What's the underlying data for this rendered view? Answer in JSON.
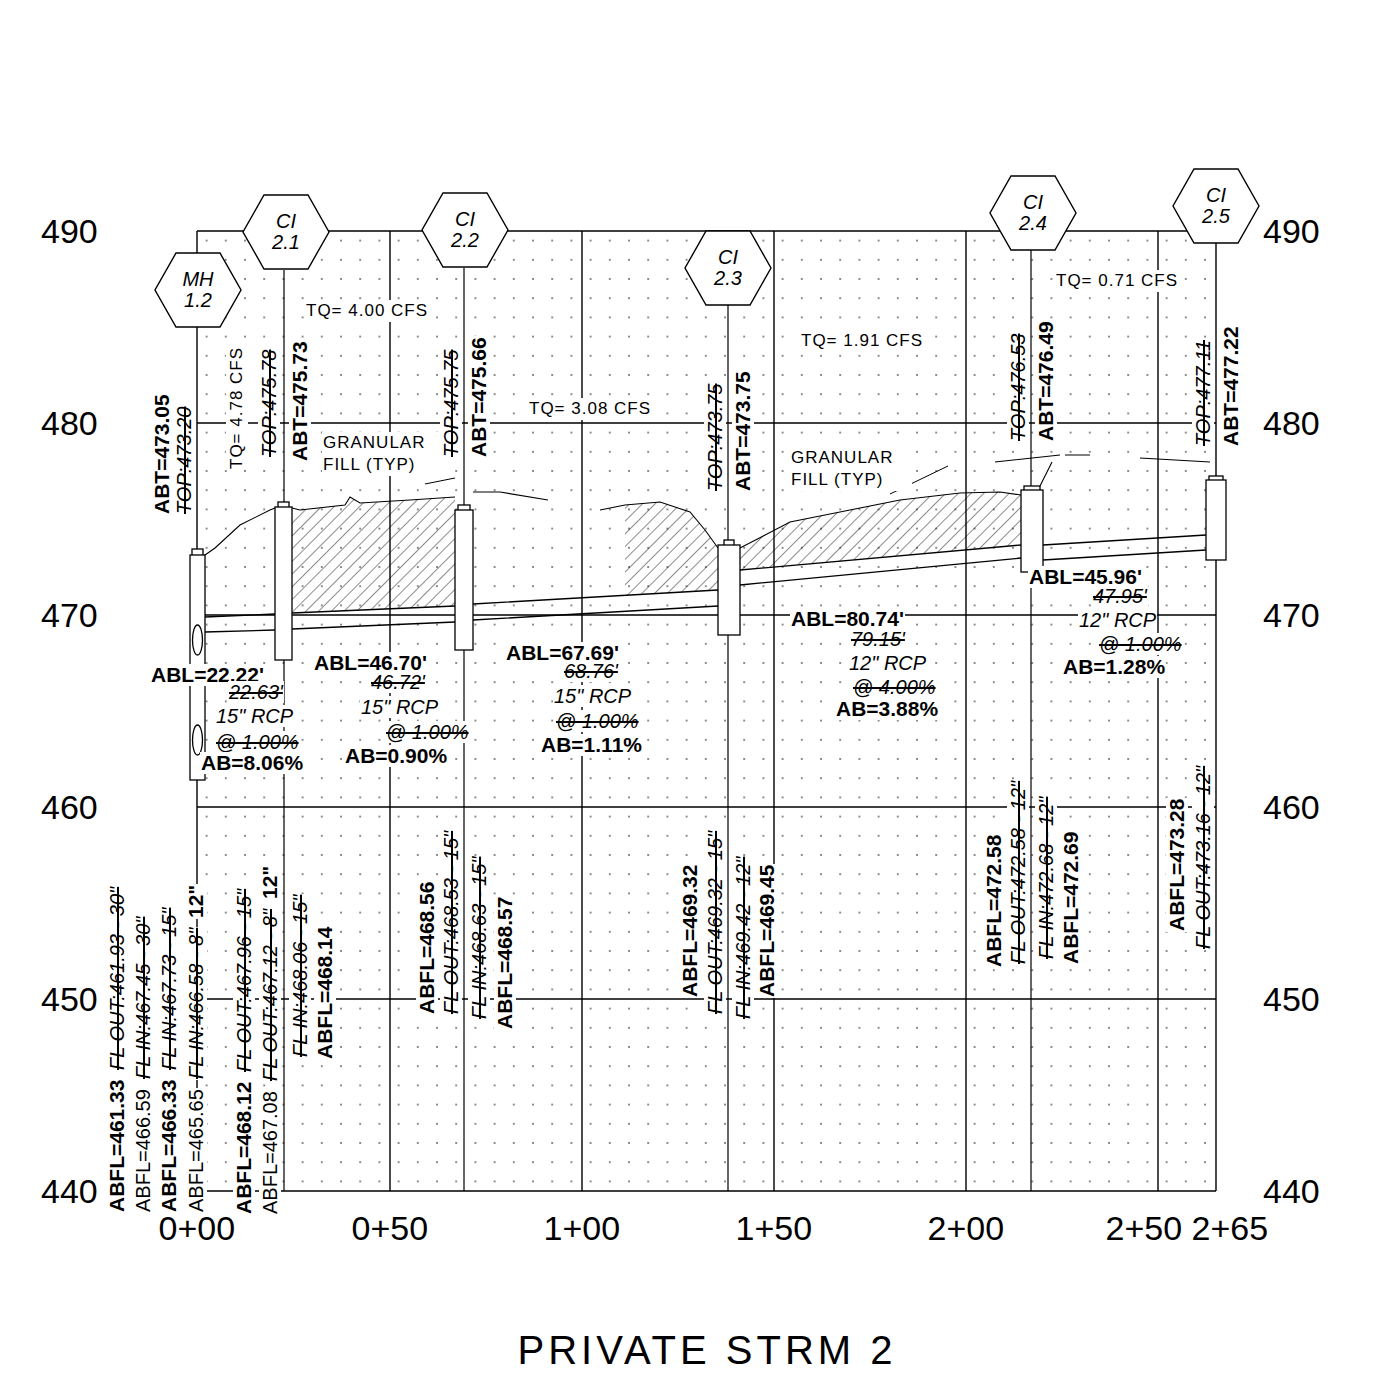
{
  "diagram": {
    "title": "PRIVATE STRM 2",
    "nodes": [
      {
        "text": [
          "MH 1.2"
        ]
      },
      {
        "text": [
          "CI 2.1"
        ]
      },
      {
        "text": [
          "CI 2.2"
        ]
      },
      {
        "text": [
          "CI 2.3"
        ]
      },
      {
        "text": [
          "CI 2.4"
        ]
      },
      {
        "text": [
          "CI 2.5"
        ]
      }
    ],
    "labels": [
      "490",
      "480",
      "470",
      "460",
      "450",
      "440",
      "490",
      "480",
      "470",
      "460",
      "450",
      "440",
      "0+00",
      "0+50",
      "1+00",
      "1+50",
      "2+00",
      "2+50",
      "2+65",
      "ABT=473.05",
      "TOP:473.20",
      "TQ= 4.78 CFS",
      "TOP:475.78",
      "ABT=475.73",
      "TQ= 4.00 CFS",
      "GRANULAR FILL (TYP)",
      "TOP:475.75",
      "ABT=475.66",
      "TQ= 3.08 CFS",
      "TOP:473.75",
      "ABT=473.75",
      "TQ= 1.91 CFS",
      "GRANULAR FILL (TYP)",
      "TOP:476.53",
      "ABT=476.49",
      "TQ= 0.71 CFS",
      "TOP:477.11",
      "ABT=477.22",
      "ABL=22.22'",
      "22.63'",
      "15\" RCP",
      "@ 1.00%",
      "AB=8.06%",
      "ABL=46.70'",
      "46.72'",
      "15\" RCP",
      "@ 1.00%",
      "AB=0.90%",
      "ABL=67.69'",
      "68.76'",
      "15\" RCP",
      "@ 1.00%",
      "AB=1.11%",
      "ABL=80.74'",
      "79.15'",
      "12\" RCP",
      "@ 4.00%",
      "AB=3.88%",
      "ABL=45.96'",
      "47.95'",
      "12\" RCP",
      "@ 1.00%",
      "AB=1.28%",
      "ABFL=461.33",
      "FL OUT:461.93 - 30\"",
      "ABFL=466.59",
      "FL IN:467.45 - 30\"",
      "ABFL=466.33",
      "FL IN:467.73 - 15\"",
      "ABFL=465.65",
      "FL IN:466.58 - 8\"",
      "12\"",
      "ABFL=468.12",
      "FL OUT:467.96 - 15\"",
      "ABFL=467.08",
      "FL OUT:467.12 - 8\"",
      "12\"",
      "FL IN:468.06 - 15\"",
      "ABFL=468.14",
      "ABFL=468.56",
      "FL OUT:468.53 - 15\"",
      "FL IN:468.63 - 15\"",
      "ABFL=468.57",
      "ABFL=469.32",
      "FL OUT:469.32 - 15\"",
      "FL IN:469.42 - 12\"",
      "ABFL=469.45",
      "ABFL=472.58",
      "FL OUT:472.58 - 12\"",
      "FL IN:472.68 - 12\"",
      "ABFL=472.69",
      "ABFL=473.28",
      "FL OUT:473.16 - 12\""
    ]
  }
}
